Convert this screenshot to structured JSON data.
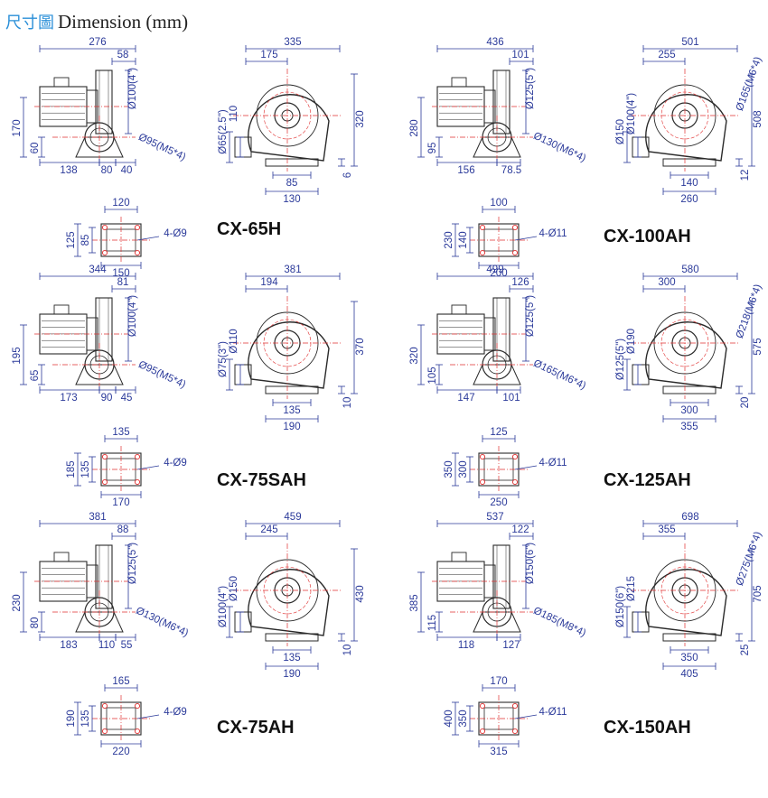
{
  "header": {
    "title_cjk": "尺寸圖",
    "title_en": "Dimension (mm)"
  },
  "colors": {
    "dimension": "#2b3a9a",
    "outline": "#2a2a2a",
    "centerline": "#e03030",
    "title_cjk": "#2a8fd8"
  },
  "models": [
    {
      "id": "cx-65h",
      "name": "CX-65H",
      "side": [
        "276",
        "58",
        "Ø100(4\")",
        "170",
        "60",
        "138",
        "80",
        "40",
        "Ø95(M5*4)"
      ],
      "base": [
        "120",
        "125",
        "85",
        "4-Ø9",
        "150"
      ],
      "front": [
        "335",
        "175",
        "Ø65(2.5\")",
        "110",
        "320",
        "85",
        "130",
        "6"
      ]
    },
    {
      "id": "cx-100ah",
      "name": "CX-100AH",
      "side": [
        "436",
        "101",
        "Ø125(5\")",
        "280",
        "95",
        "156",
        "78.5",
        "Ø130(M6*4)"
      ],
      "base": [
        "100",
        "230",
        "140",
        "4-Ø11",
        "200"
      ],
      "front": [
        "501",
        "255",
        "Ø165(M6*4)",
        "Ø150",
        "Ø100(4\")",
        "508",
        "140",
        "260",
        "12"
      ]
    },
    {
      "id": "cx-75sah",
      "name": "CX-75SAH",
      "side": [
        "344",
        "81",
        "Ø100(4\")",
        "195",
        "65",
        "173",
        "90",
        "45",
        "Ø95(M5*4)"
      ],
      "base": [
        "135",
        "185",
        "135",
        "4-Ø9",
        "170"
      ],
      "front": [
        "381",
        "194",
        "Ø75(3\")",
        "Ø110",
        "370",
        "135",
        "190",
        "10"
      ]
    },
    {
      "id": "cx-125ah",
      "name": "CX-125AH",
      "side": [
        "499",
        "126",
        "Ø125(5\")",
        "320",
        "105",
        "147",
        "101",
        "Ø165(M6*4)"
      ],
      "base": [
        "125",
        "350",
        "300",
        "4-Ø11",
        "250"
      ],
      "front": [
        "580",
        "300",
        "Ø218(M6*4)",
        "Ø125(5\")",
        "Ø190",
        "575",
        "300",
        "355",
        "20"
      ]
    },
    {
      "id": "cx-75ah",
      "name": "CX-75AH",
      "side": [
        "381",
        "88",
        "Ø125(5\")",
        "230",
        "80",
        "183",
        "110",
        "55",
        "Ø130(M6*4)"
      ],
      "base": [
        "165",
        "190",
        "135",
        "4-Ø9",
        "220"
      ],
      "front": [
        "459",
        "245",
        "Ø100(4\")",
        "Ø150",
        "430",
        "135",
        "190",
        "10"
      ]
    },
    {
      "id": "cx-150ah",
      "name": "CX-150AH",
      "side": [
        "537",
        "122",
        "Ø150(6\")",
        "385",
        "115",
        "118",
        "127",
        "Ø185(M8*4)"
      ],
      "base": [
        "170",
        "400",
        "350",
        "4-Ø11",
        "315"
      ],
      "front": [
        "698",
        "355",
        "Ø275(M6*4)",
        "Ø150(6\")",
        "Ø215",
        "705",
        "350",
        "405",
        "25"
      ]
    }
  ]
}
